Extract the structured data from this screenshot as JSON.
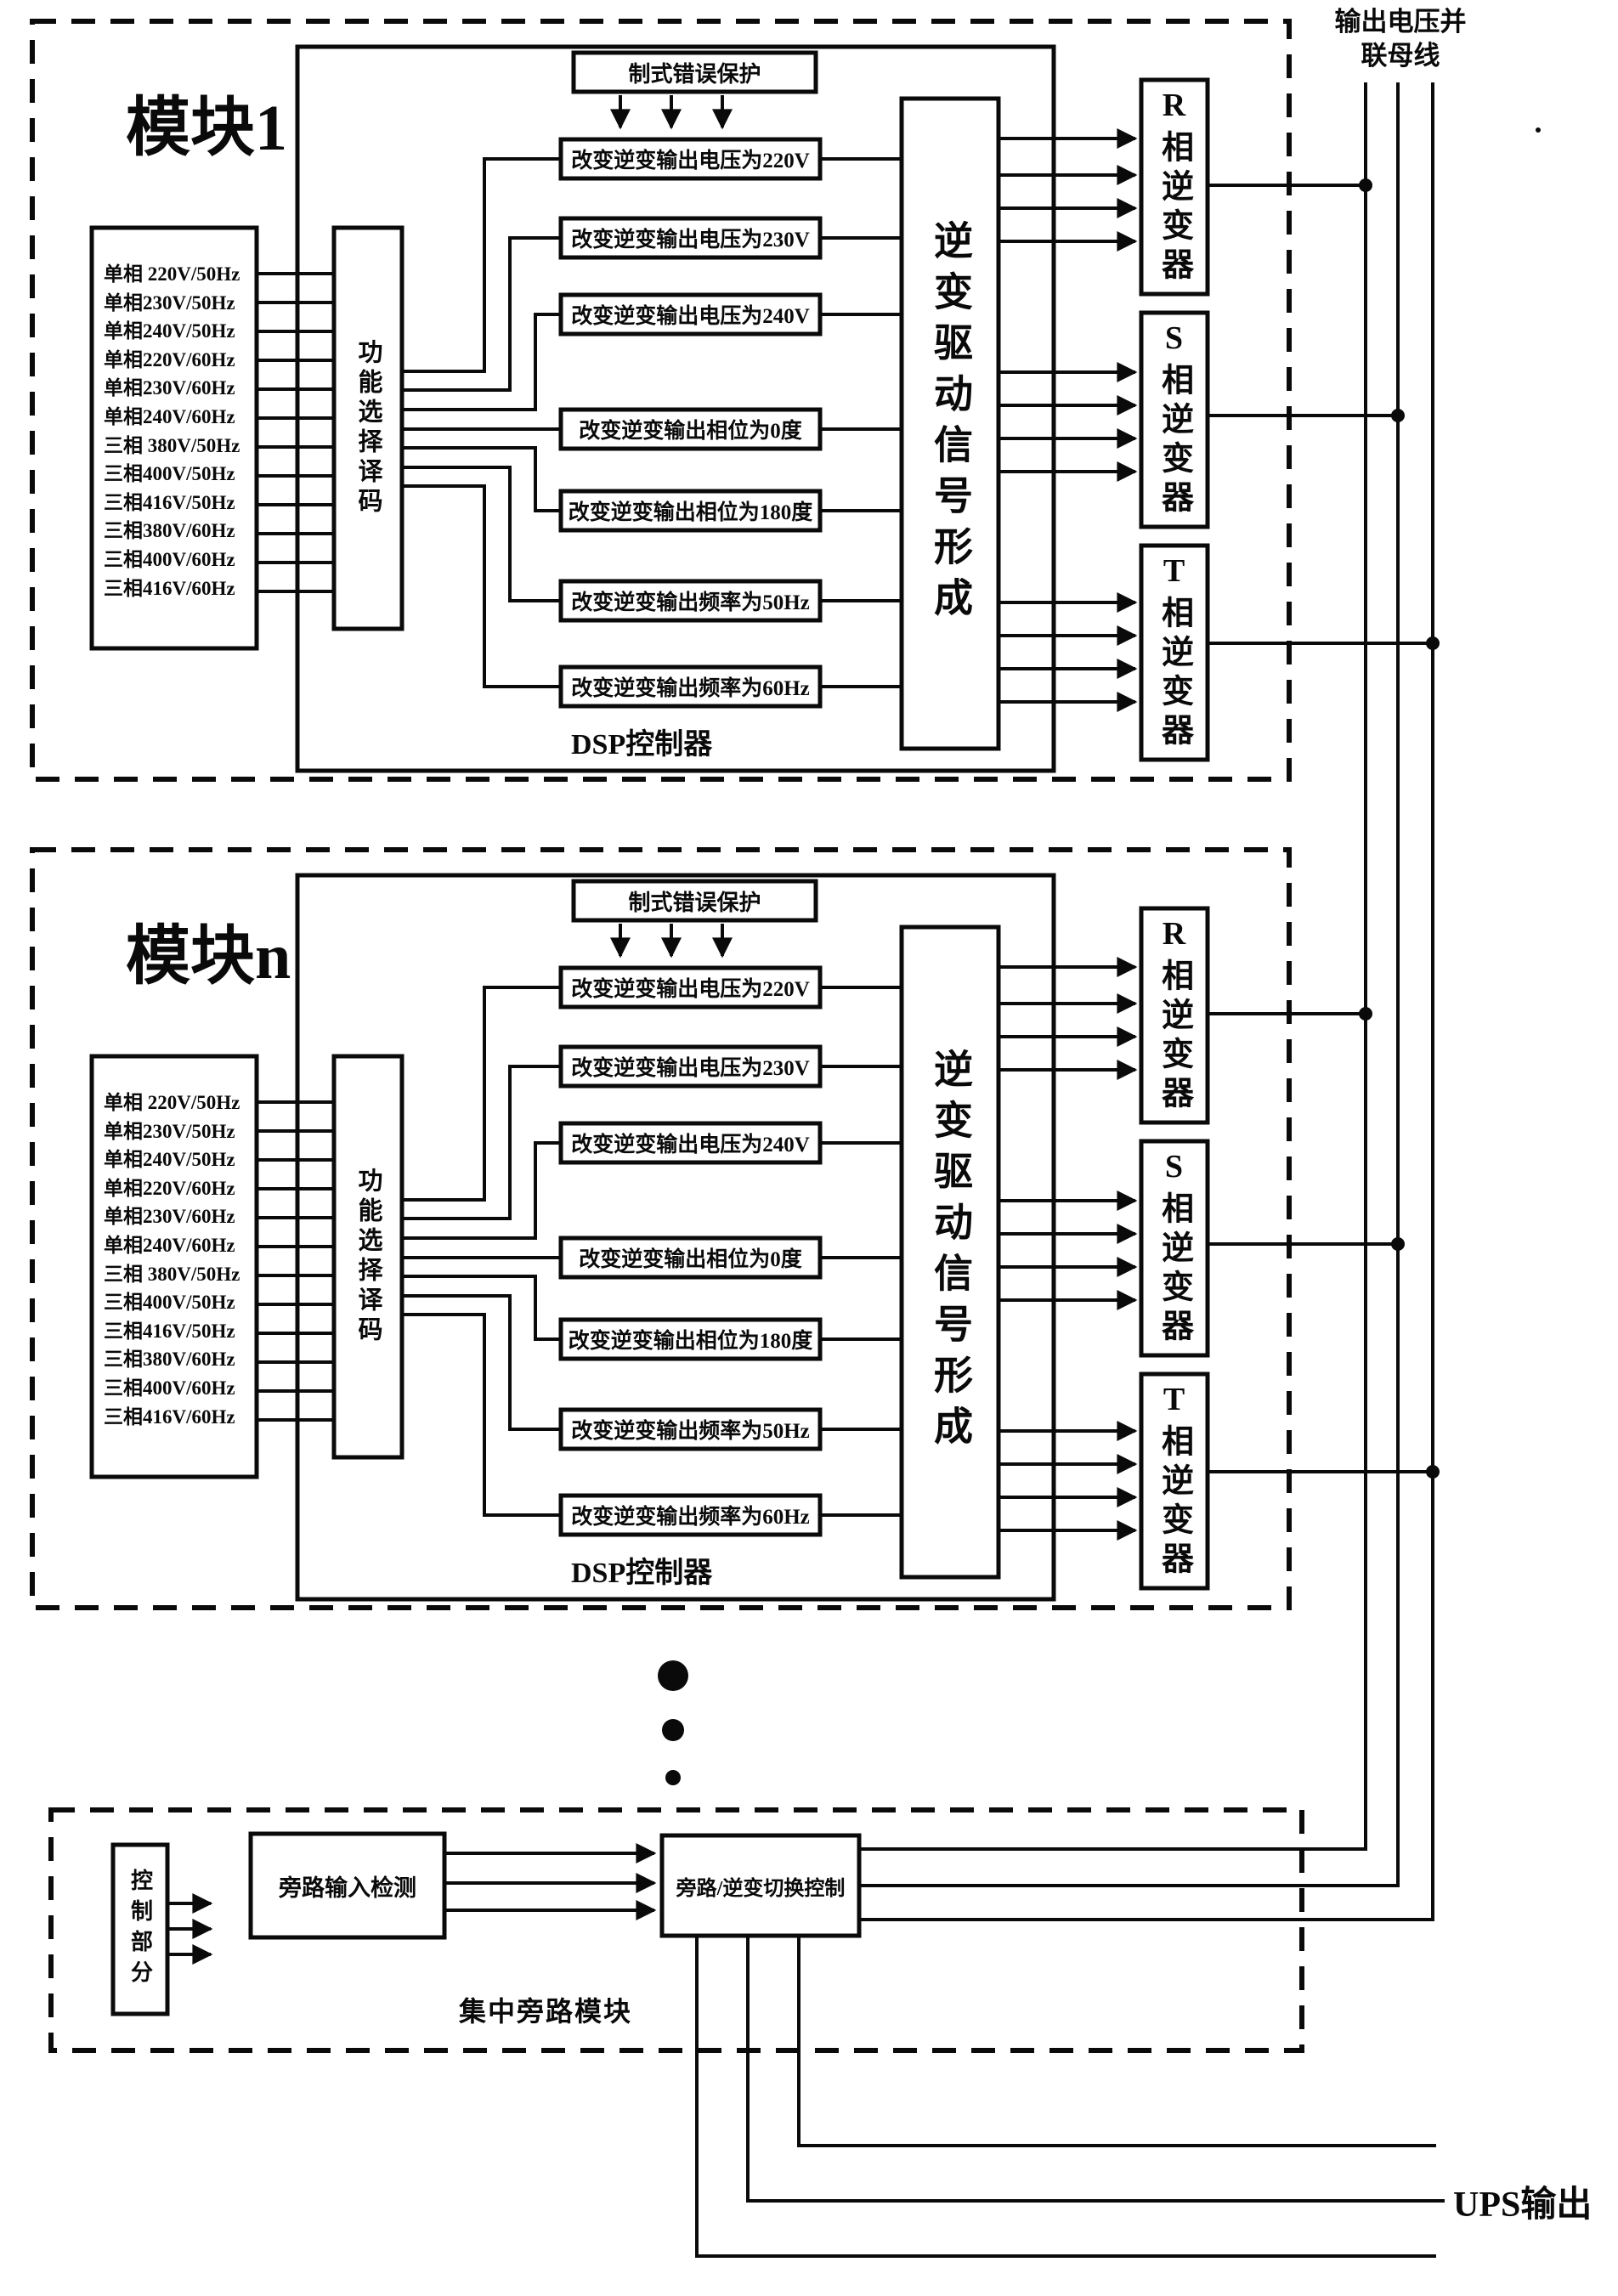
{
  "bus": {
    "label_line1": "输出电压并",
    "label_line2": "联母线"
  },
  "modules": [
    {
      "title": "模块1"
    },
    {
      "title": "模块n"
    }
  ],
  "module_common": {
    "inputs": [
      "单相 220V/50Hz",
      "单相230V/50Hz",
      "单相240V/50Hz",
      "单相220V/60Hz",
      "单相230V/60Hz",
      "单相240V/60Hz",
      "三相 380V/50Hz",
      "三相400V/50Hz",
      "三相416V/50Hz",
      "三相380V/60Hz",
      "三相400V/60Hz",
      "三相416V/60Hz"
    ],
    "decoder_label": "功能选择译码",
    "protection_label": "制式错误保护",
    "functions": [
      "改变逆变输出电压为220V",
      "改变逆变输出电压为230V",
      "改变逆变输出电压为240V",
      "改变逆变输出相位为0度",
      "改变逆变输出相位为180度",
      "改变逆变输出频率为50Hz",
      "改变逆变输出频率为60Hz"
    ],
    "driver_label": "逆变驱动信号形成",
    "dsp_label": "DSP控制器",
    "inverters": [
      "R相逆变器",
      "S相逆变器",
      "T相逆变器"
    ]
  },
  "bypass": {
    "control_label": "控制部分",
    "detect_label": "旁路输入检测",
    "switch_label": "旁路/逆变切换控制",
    "module_label": "集中旁路模块"
  },
  "output_label": "UPS输出"
}
